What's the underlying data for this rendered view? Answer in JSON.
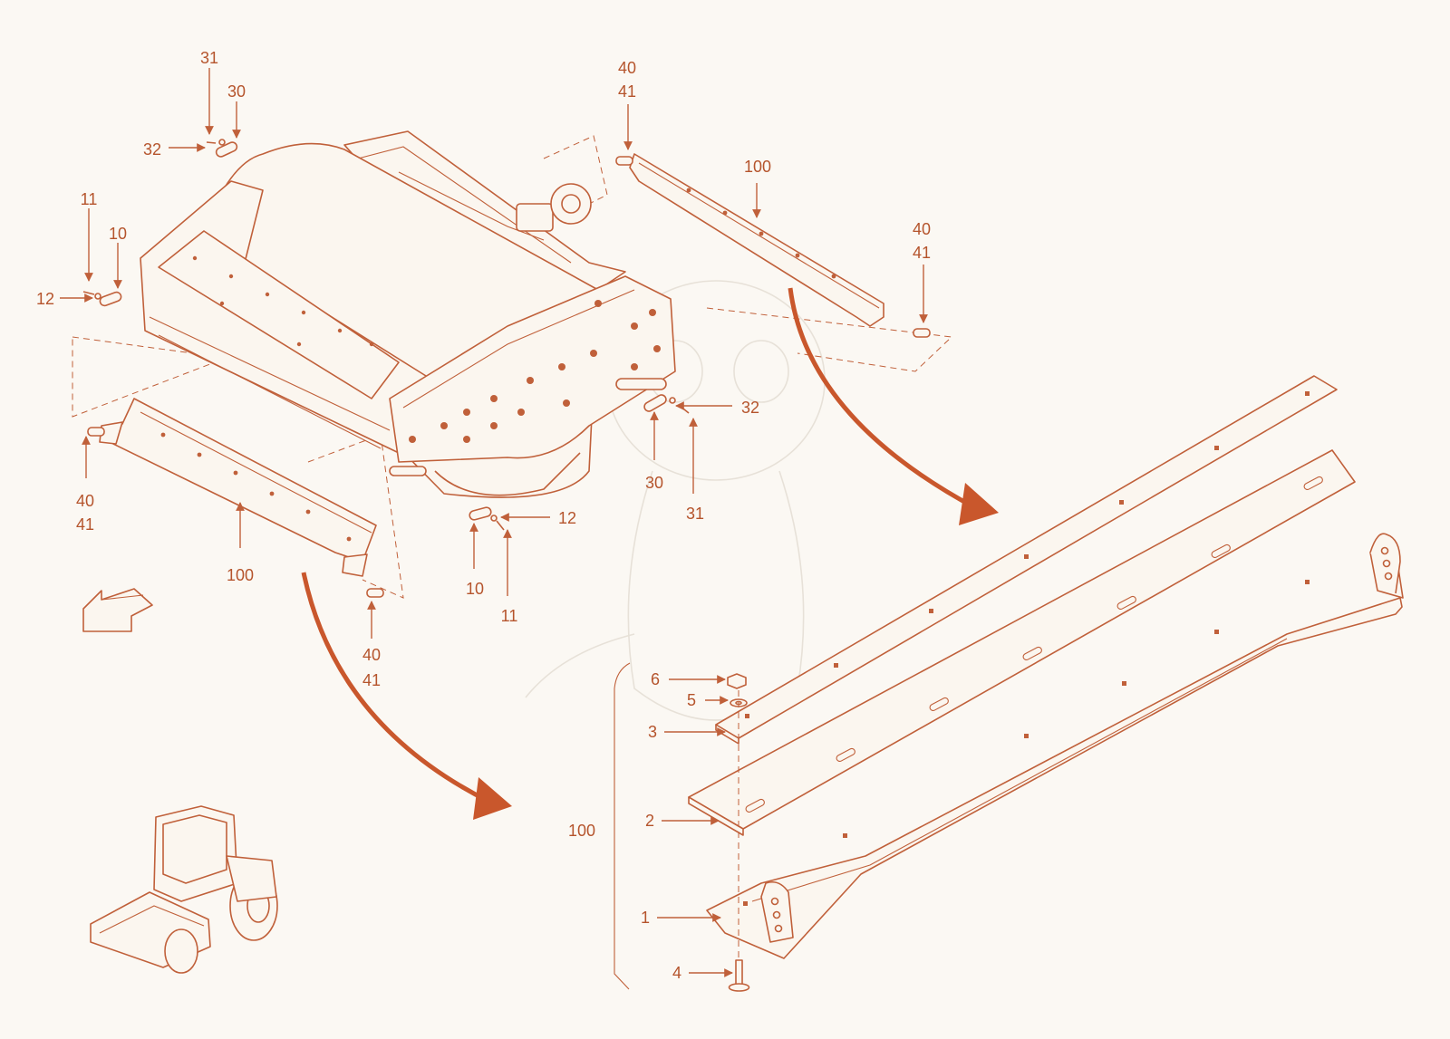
{
  "callouts": {
    "top_left_31": "31",
    "top_left_30": "30",
    "top_left_32": "32",
    "left_11": "11",
    "left_10": "10",
    "left_12": "12",
    "bl_bracket_40": "40",
    "bl_bracket_41": "41",
    "bl_blade_100": "100",
    "bl_end_40": "40",
    "bl_end_41": "41",
    "right_32": "32",
    "right_30": "30",
    "right_31": "31",
    "bottom_12": "12",
    "bottom_10": "10",
    "bottom_11": "11",
    "top_right_40": "40",
    "top_right_41": "41",
    "tr_blade_100": "100",
    "tr_end_40": "40",
    "tr_end_41": "41",
    "detail_6": "6",
    "detail_5": "5",
    "detail_3": "3",
    "detail_2": "2",
    "detail_1": "1",
    "detail_4": "4",
    "detail_100": "100"
  },
  "colors": {
    "line": "#c0603a",
    "arrow": "#c9572c",
    "background": "#fbf8f3"
  },
  "icons": {
    "direction": "direction-arrow-icon",
    "machine": "roller-machine-icon"
  }
}
